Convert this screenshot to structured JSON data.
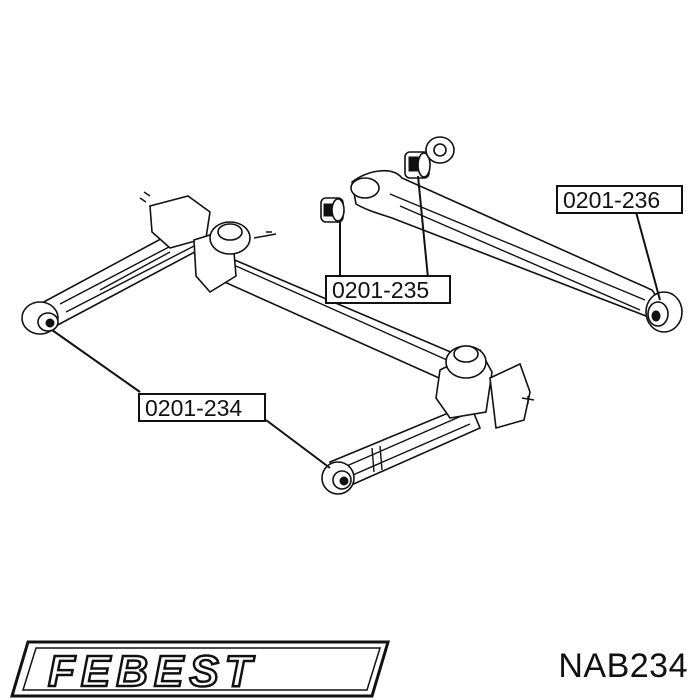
{
  "diagram": {
    "callouts": [
      {
        "id": "c236",
        "label": "0201-236"
      },
      {
        "id": "c235",
        "label": "0201-235"
      },
      {
        "id": "c234",
        "label": "0201-234"
      }
    ]
  },
  "brand": {
    "logo_text": "FEBEST"
  },
  "part_number": "NAB234",
  "colors": {
    "ink": "#111111",
    "background": "#ffffff"
  }
}
